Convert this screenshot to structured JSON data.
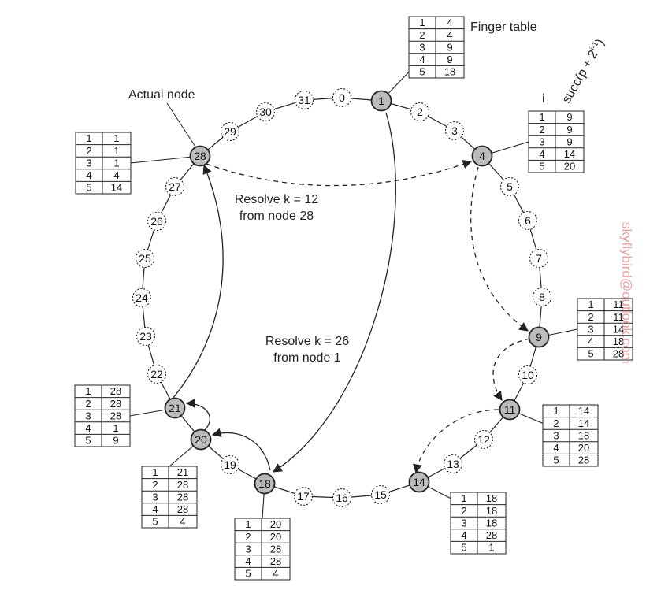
{
  "diagram": {
    "ring": [
      {
        "id": "0",
        "actual": false
      },
      {
        "id": "1",
        "actual": true
      },
      {
        "id": "2",
        "actual": false
      },
      {
        "id": "3",
        "actual": false
      },
      {
        "id": "4",
        "actual": true
      },
      {
        "id": "5",
        "actual": false
      },
      {
        "id": "6",
        "actual": false
      },
      {
        "id": "7",
        "actual": false
      },
      {
        "id": "8",
        "actual": false
      },
      {
        "id": "9",
        "actual": true
      },
      {
        "id": "10",
        "actual": false
      },
      {
        "id": "11",
        "actual": true
      },
      {
        "id": "12",
        "actual": false
      },
      {
        "id": "13",
        "actual": false
      },
      {
        "id": "14",
        "actual": true
      },
      {
        "id": "15",
        "actual": false
      },
      {
        "id": "16",
        "actual": false
      },
      {
        "id": "17",
        "actual": false
      },
      {
        "id": "18",
        "actual": true
      },
      {
        "id": "19",
        "actual": false
      },
      {
        "id": "20",
        "actual": true
      },
      {
        "id": "21",
        "actual": true
      },
      {
        "id": "22",
        "actual": false
      },
      {
        "id": "23",
        "actual": false
      },
      {
        "id": "24",
        "actual": false
      },
      {
        "id": "25",
        "actual": false
      },
      {
        "id": "26",
        "actual": false
      },
      {
        "id": "27",
        "actual": false
      },
      {
        "id": "28",
        "actual": true
      },
      {
        "id": "29",
        "actual": false
      },
      {
        "id": "30",
        "actual": false
      },
      {
        "id": "31",
        "actual": false
      }
    ],
    "finger_tables": {
      "1": [
        [
          "1",
          "4"
        ],
        [
          "2",
          "4"
        ],
        [
          "3",
          "9"
        ],
        [
          "4",
          "9"
        ],
        [
          "5",
          "18"
        ]
      ],
      "4": [
        [
          "1",
          "9"
        ],
        [
          "2",
          "9"
        ],
        [
          "3",
          "9"
        ],
        [
          "4",
          "14"
        ],
        [
          "5",
          "20"
        ]
      ],
      "9": [
        [
          "1",
          "11"
        ],
        [
          "2",
          "11"
        ],
        [
          "3",
          "14"
        ],
        [
          "4",
          "18"
        ],
        [
          "5",
          "28"
        ]
      ],
      "11": [
        [
          "1",
          "14"
        ],
        [
          "2",
          "14"
        ],
        [
          "3",
          "18"
        ],
        [
          "4",
          "20"
        ],
        [
          "5",
          "28"
        ]
      ],
      "14": [
        [
          "1",
          "18"
        ],
        [
          "2",
          "18"
        ],
        [
          "3",
          "18"
        ],
        [
          "4",
          "28"
        ],
        [
          "5",
          "1"
        ]
      ],
      "18": [
        [
          "1",
          "20"
        ],
        [
          "2",
          "20"
        ],
        [
          "3",
          "28"
        ],
        [
          "4",
          "28"
        ],
        [
          "5",
          "4"
        ]
      ],
      "20": [
        [
          "1",
          "21"
        ],
        [
          "2",
          "28"
        ],
        [
          "3",
          "28"
        ],
        [
          "4",
          "28"
        ],
        [
          "5",
          "4"
        ]
      ],
      "21": [
        [
          "1",
          "28"
        ],
        [
          "2",
          "28"
        ],
        [
          "3",
          "28"
        ],
        [
          "4",
          "1"
        ],
        [
          "5",
          "9"
        ]
      ],
      "28": [
        [
          "1",
          "1"
        ],
        [
          "2",
          "1"
        ],
        [
          "3",
          "1"
        ],
        [
          "4",
          "4"
        ],
        [
          "5",
          "14"
        ]
      ]
    },
    "labels": {
      "finger_table": "Finger table",
      "actual_node": "Actual node",
      "col_i": "i",
      "col_succ": "succ(p + 2",
      "col_succ_exp": "i-1",
      "col_succ_close": ")",
      "resolve12_line1": "Resolve k = 12",
      "resolve12_line2": "from node 28",
      "resolve26_line1": "Resolve k = 26",
      "resolve26_line2": "from node 1"
    },
    "watermark": "skyflybird@outlook.com",
    "colors": {
      "actual_fill": "#bcbcbc",
      "line": "#222222",
      "watermark": "#e8a0a0"
    }
  }
}
